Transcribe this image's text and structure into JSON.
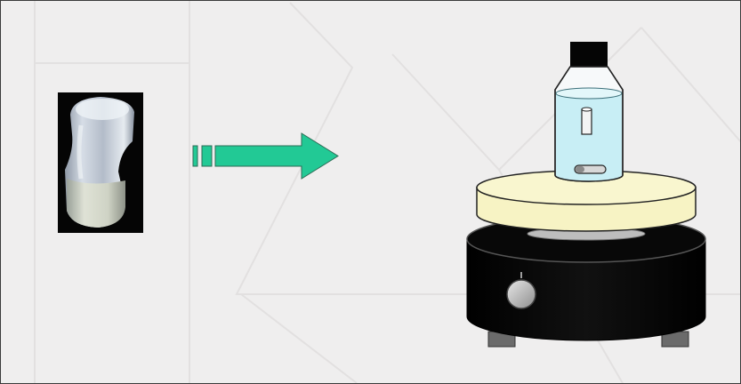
{
  "slide": {
    "background_color": "#efeeee",
    "border_color": "#3a3a3a",
    "watermark_color": "#e2e0e0"
  },
  "elements": [
    {
      "name": "gel-photo",
      "description_icon": "translucent-gel-cylinder-photo"
    },
    {
      "name": "process-arrow",
      "description_icon": "right-arrow-icon",
      "color": "#22c995"
    },
    {
      "name": "magnetic-stirrer",
      "description_icon": "magnetic-stirrer-icon",
      "plate_color": "#f7f3c4",
      "base_color": "#050505"
    },
    {
      "name": "bottle",
      "description_icon": "glass-bottle-icon",
      "cap_color": "#050505",
      "liquid_color": "#c8eef5"
    },
    {
      "name": "stir-bar",
      "description_icon": "stir-bar-icon"
    },
    {
      "name": "sample-piece",
      "description_icon": "gel-sample-icon"
    }
  ]
}
